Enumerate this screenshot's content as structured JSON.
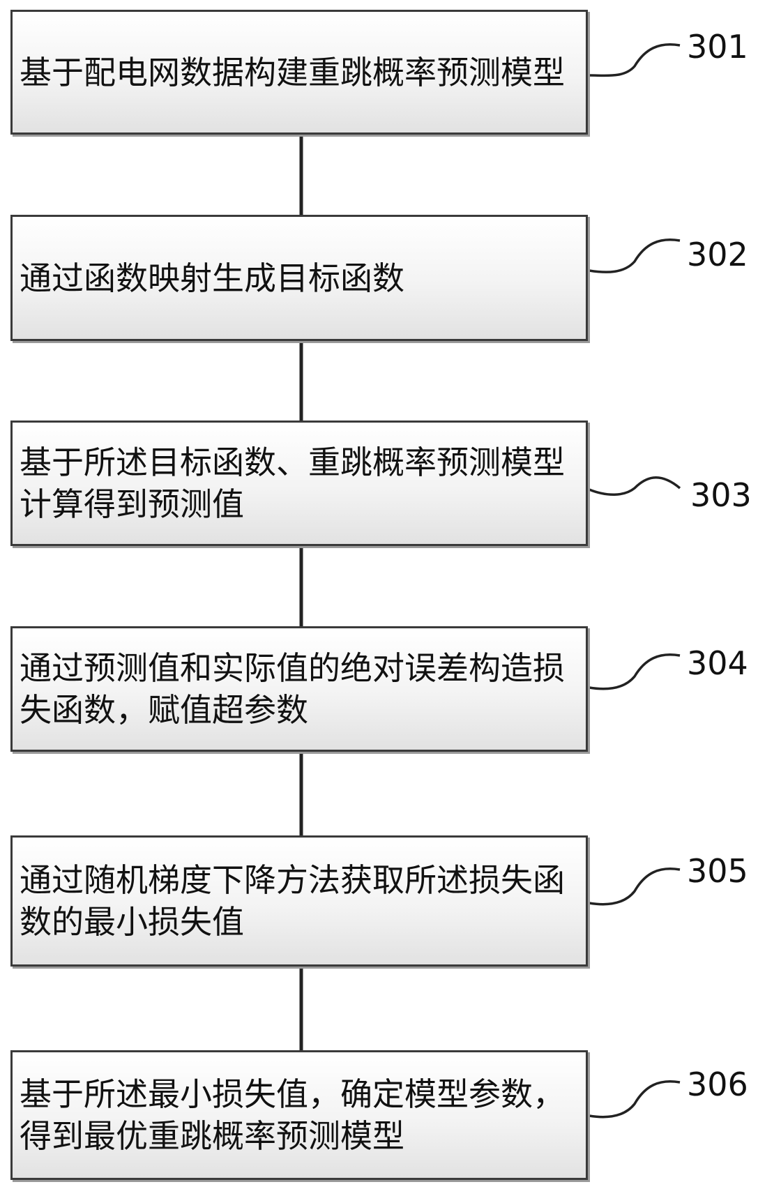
{
  "steps": [
    {
      "id": "301",
      "text": "基于配电网数据构建重跳概率预测模型"
    },
    {
      "id": "302",
      "text": "通过函数映射生成目标函数"
    },
    {
      "id": "303",
      "text": "基于所述目标函数、重跳概率预测模型计算得到预测值"
    },
    {
      "id": "304",
      "text": "通过预测值和实际值的绝对误差构造损失函数，赋值超参数"
    },
    {
      "id": "305",
      "text": "通过随机梯度下降方法获取所述损失函数的最小损失值"
    },
    {
      "id": "306",
      "text": "基于所述最小损失值，确定模型参数，得到最优重跳概率预测模型"
    }
  ]
}
